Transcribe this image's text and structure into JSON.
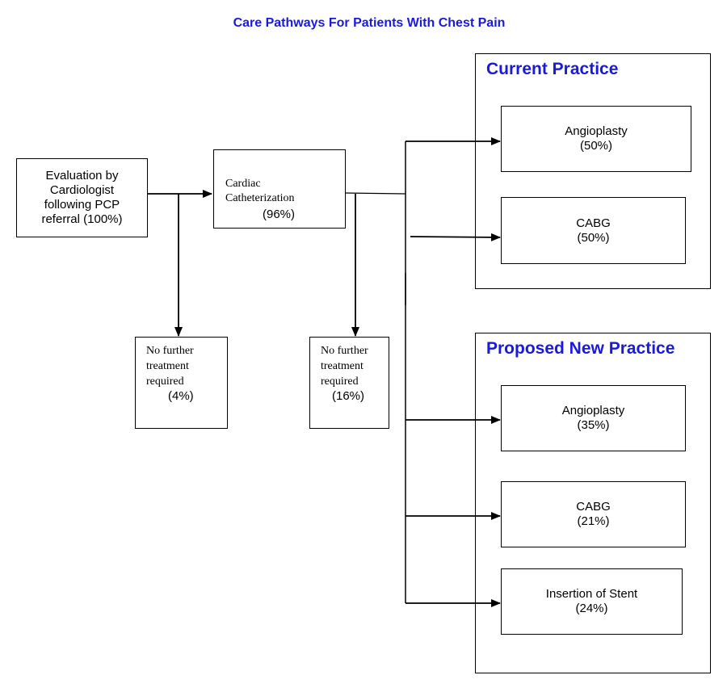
{
  "title": "Care Pathways For Patients With Chest Pain",
  "colors": {
    "heading": "#1a1adc",
    "stroke": "#000000"
  },
  "nodes": {
    "evaluation": {
      "lines": [
        "Evaluation by",
        "Cardiologist",
        "following PCP",
        "referral (100%)"
      ]
    },
    "catheterization": {
      "line1": "Cardiac",
      "line2": "Catheterization",
      "pct": "(96%)"
    },
    "no_further_1": {
      "lines": [
        "No further",
        "treatment",
        "required"
      ],
      "pct": "(4%)"
    },
    "no_further_2": {
      "lines": [
        "No further",
        "treatment",
        "required"
      ],
      "pct": "(16%)"
    }
  },
  "current_practice": {
    "heading": "Current Practice",
    "items": [
      {
        "label": "Angioplasty",
        "pct": "(50%)"
      },
      {
        "label": "CABG",
        "pct": "(50%)"
      }
    ]
  },
  "proposed_practice": {
    "heading": "Proposed New Practice",
    "items": [
      {
        "label": "Angioplasty",
        "pct": "(35%)"
      },
      {
        "label": "CABG",
        "pct": "(21%)"
      },
      {
        "label": "Insertion of Stent",
        "pct": "(24%)"
      }
    ]
  }
}
